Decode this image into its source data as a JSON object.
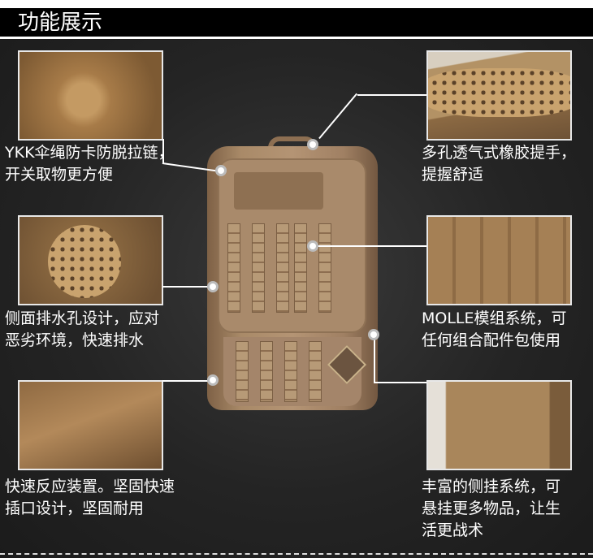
{
  "header": {
    "title": "功能展示"
  },
  "features": [
    {
      "id": "zipper",
      "lines": [
        "YKK伞绳防卡防脱拉链，",
        "开关取物更方便"
      ]
    },
    {
      "id": "handle",
      "lines": [
        "多孔透气式橡胶提手，",
        "提握舒适"
      ]
    },
    {
      "id": "drain",
      "lines": [
        "侧面排水孔设计，应对",
        "恶劣环境，快速排水"
      ]
    },
    {
      "id": "molle",
      "lines": [
        "MOLLE模组系统，可",
        "任何组合配件包使用"
      ]
    },
    {
      "id": "buckle",
      "lines": [
        "快速反应装置。坚固快速",
        "插口设计，坚固耐用"
      ]
    },
    {
      "id": "side",
      "lines": [
        "丰富的侧挂系统，可",
        "悬挂更多物品，让生",
        "活更战术"
      ]
    }
  ]
}
